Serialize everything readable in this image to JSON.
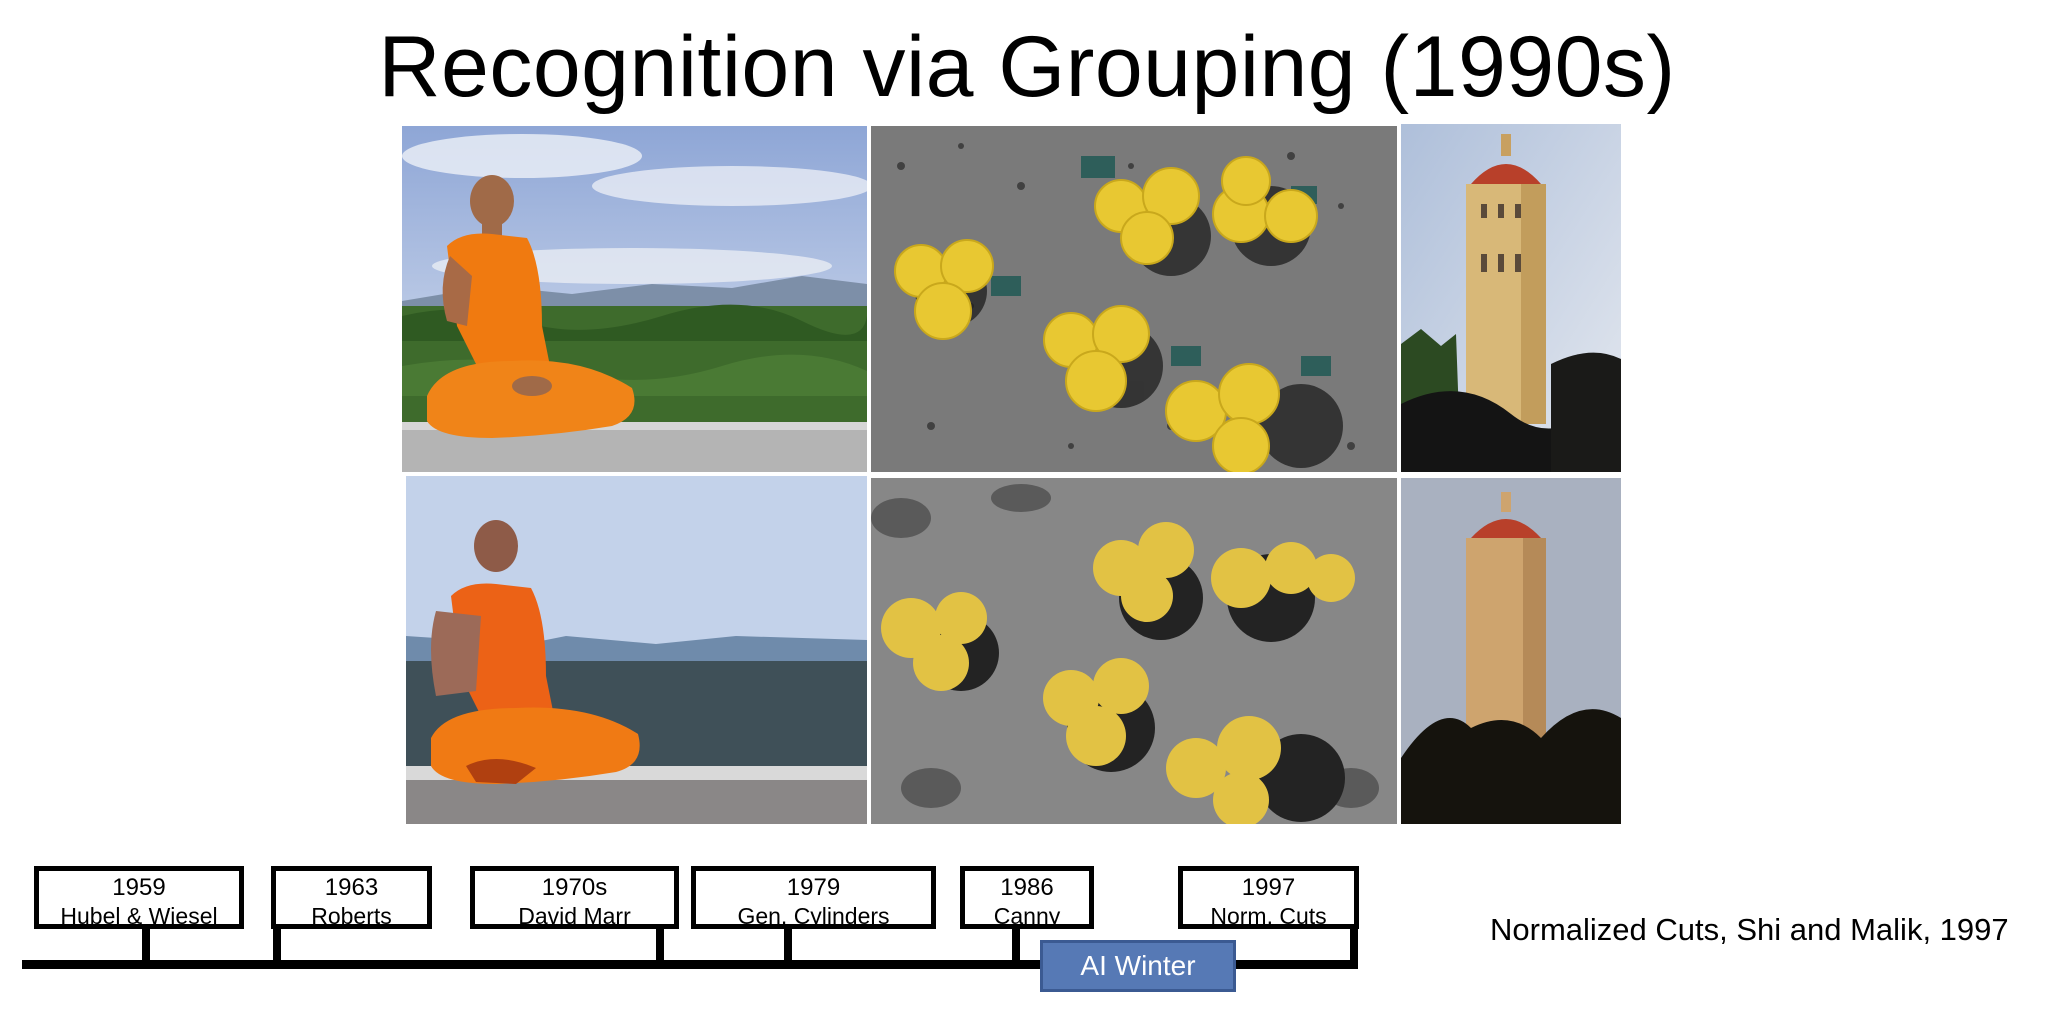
{
  "slide": {
    "title": "Recognition via Grouping (1990s)",
    "citation": "Normalized Cuts, Shi and Malik, 1997"
  },
  "timeline": {
    "events": [
      {
        "year": "1959",
        "name": "Hubel & Wiesel"
      },
      {
        "year": "1963",
        "name": "Roberts"
      },
      {
        "year": "1970s",
        "name": "David Marr"
      },
      {
        "year": "1979",
        "name": "Gen. Cylinders"
      },
      {
        "year": "1986",
        "name": "Canny"
      },
      {
        "year": "1997",
        "name": "Norm. Cuts"
      }
    ],
    "highlight": "AI Winter"
  },
  "colors": {
    "winter_fill": "#5679b5",
    "robe_orange": "#f07a10",
    "umbrella_yellow": "#e8c832",
    "tower_tan": "#d8b878",
    "dome_red": "#b8402a"
  }
}
